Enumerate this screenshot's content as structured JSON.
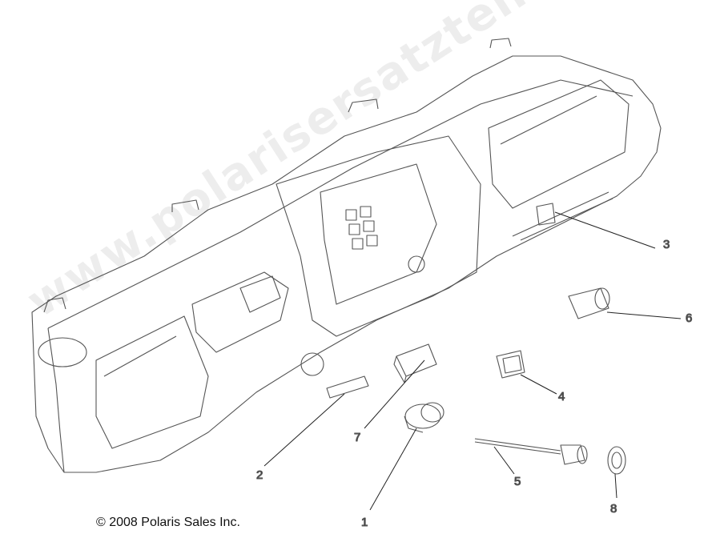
{
  "callouts": [
    {
      "id": "1",
      "text": "1"
    },
    {
      "id": "2",
      "text": "2"
    },
    {
      "id": "3",
      "text": "3"
    },
    {
      "id": "4",
      "text": "4"
    },
    {
      "id": "5",
      "text": "5"
    },
    {
      "id": "6",
      "text": "6"
    },
    {
      "id": "7",
      "text": "7"
    },
    {
      "id": "8",
      "text": "8"
    }
  ],
  "copyright": "© 2008 Polaris Sales Inc.",
  "watermark": "www.polarisersatzteile.de",
  "colors": {
    "line": "#555555",
    "leader": "#222222",
    "watermark": "#d8d8d8"
  }
}
